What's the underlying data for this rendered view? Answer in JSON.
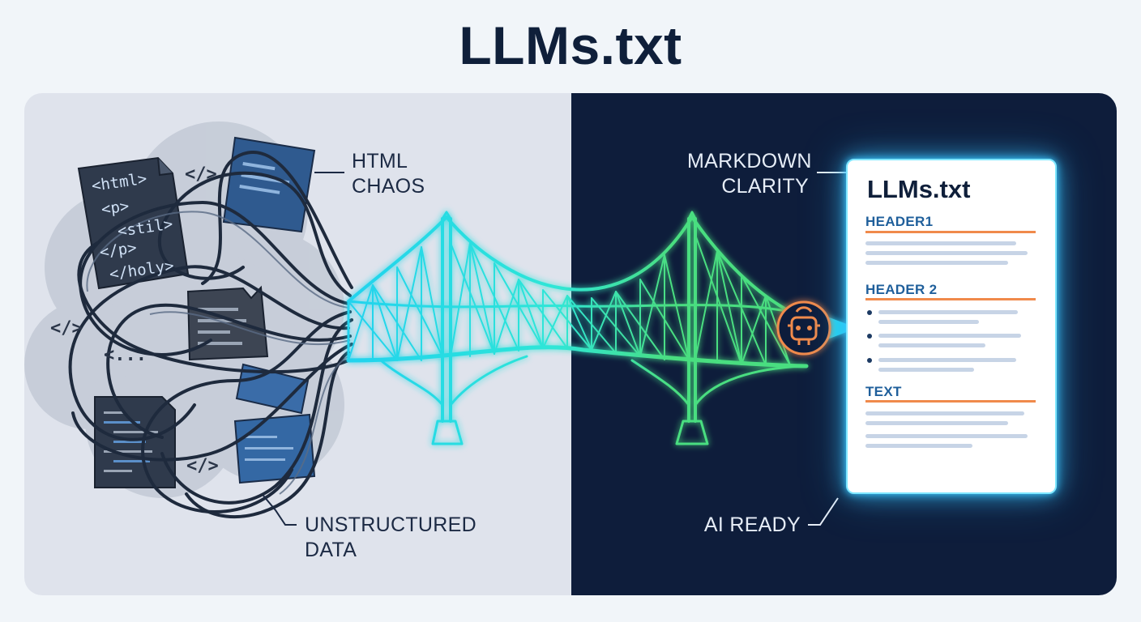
{
  "title": "LLMs.txt",
  "left_labels": {
    "html_chaos_line1": "HTML",
    "html_chaos_line2": "CHAOS",
    "unstructured_line1": "UNSTRUCTURED",
    "unstructured_line2": "DATA"
  },
  "right_labels": {
    "markdown_line1": "MARKDOWN",
    "markdown_line2": "CLARITY",
    "ai_ready": "AI READY"
  },
  "code_fragments": {
    "html_open": "<html>",
    "p_open": "<p>",
    "stil": "<stil>",
    "p_close": "</p>",
    "holy_close": "</holy>",
    "tag_a": "</>",
    "tag_b": "</>",
    "tag_c": "</>",
    "ellipsis_tag": "<..."
  },
  "document": {
    "title": "LLMs.txt",
    "header1": "HEADER1",
    "header2": "HEADER 2",
    "text": "TEXT"
  },
  "colors": {
    "background": "#f1f5f9",
    "left_panel": "#dfe3ec",
    "right_panel": "#0e1d3b",
    "bridge_cyan": "#22d3ee",
    "bridge_green": "#4ade80",
    "accent_orange": "#f08a4b",
    "doc_heading_blue": "#1f5f9b"
  },
  "icons": [
    "robot-head-icon",
    "bridge-icon"
  ]
}
